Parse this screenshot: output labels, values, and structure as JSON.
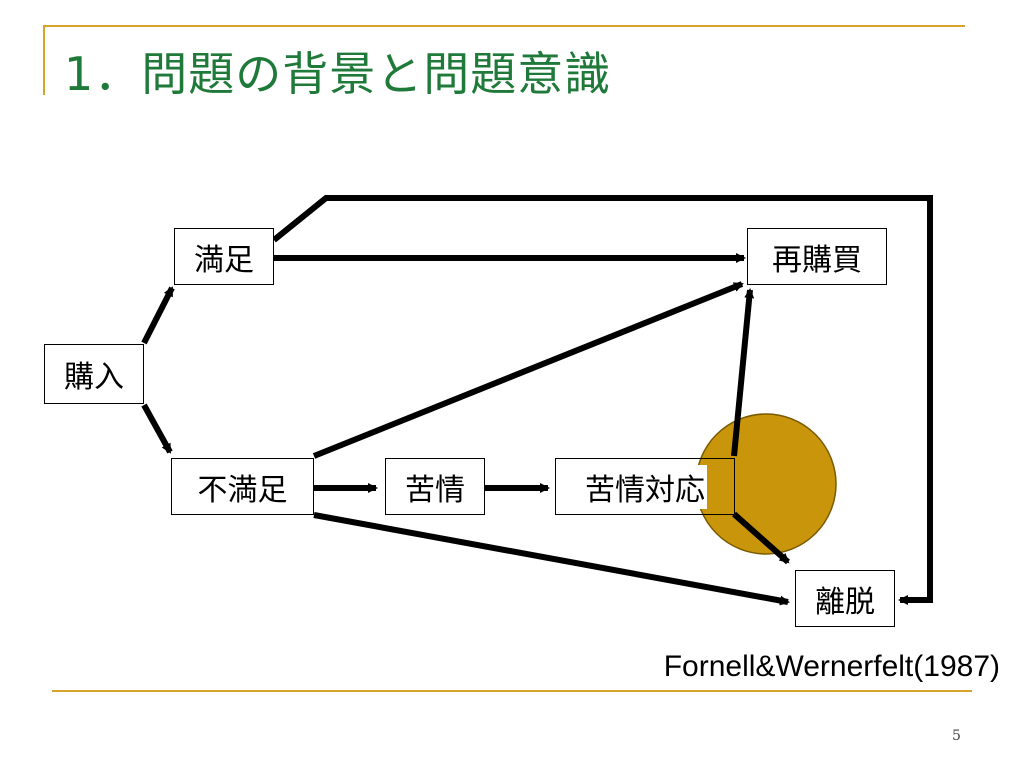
{
  "title": "1．問題の背景と問題意識",
  "nodes": {
    "purchase": "購入",
    "satisfaction": "満足",
    "dissatisfaction": "不満足",
    "complaint": "苦情",
    "complaint_handling": "苦情対応",
    "repurchase": "再購買",
    "exit": "離脱"
  },
  "citation": "Fornell&Wernerfelt(1987)",
  "page_number": "5",
  "colors": {
    "title": "#1f7a3a",
    "accent_rule": "#d8a32a",
    "highlight_circle": "#c9950a"
  }
}
